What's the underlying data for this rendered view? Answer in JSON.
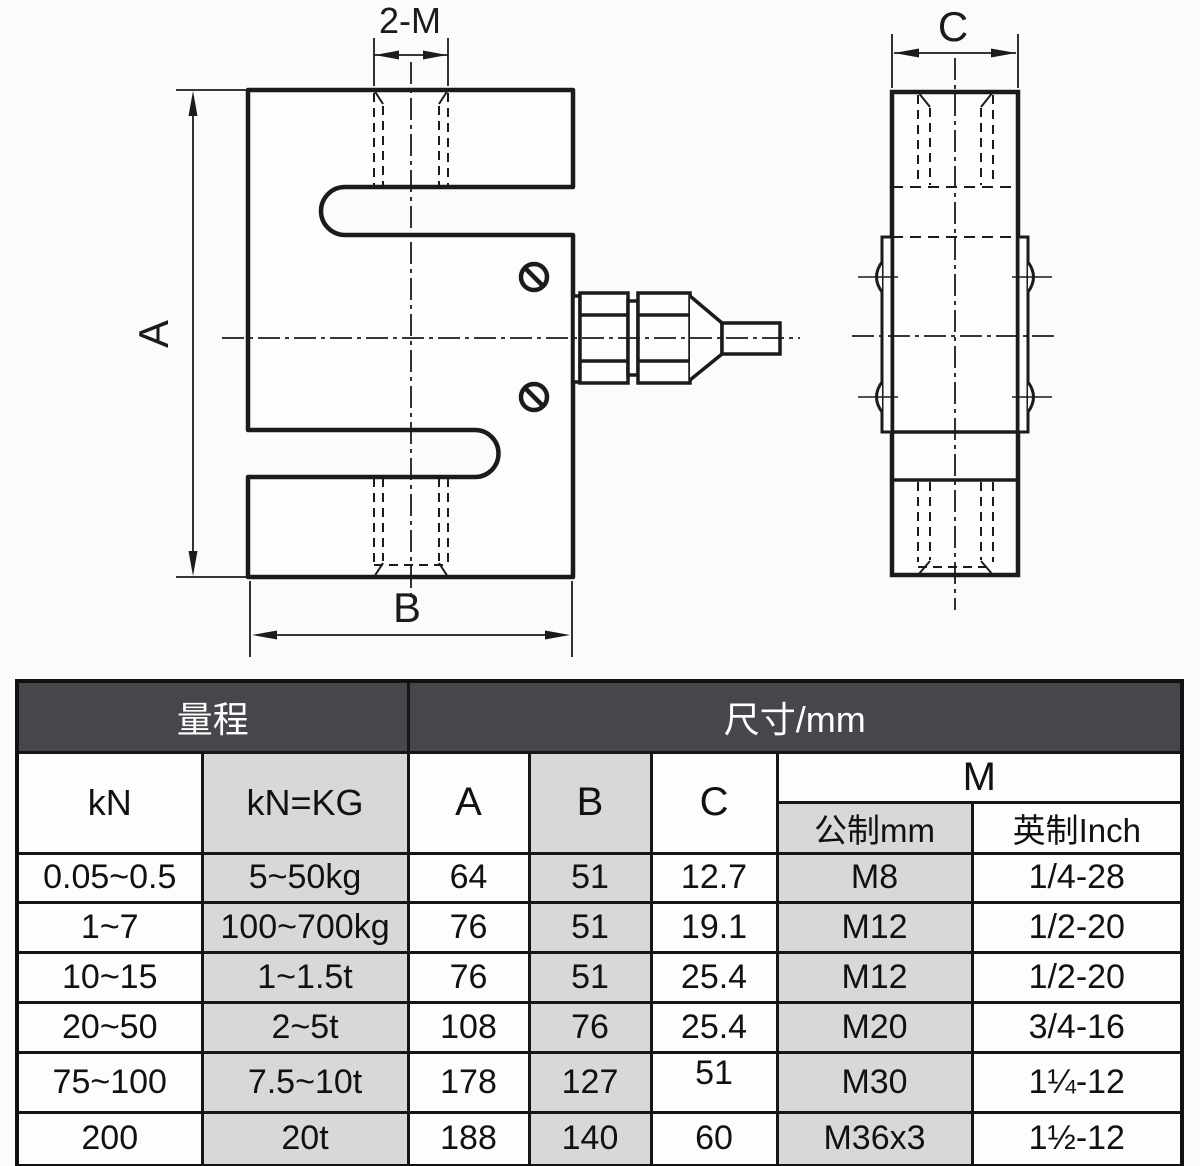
{
  "drawing": {
    "thread_label": "2-M",
    "dim_a": "A",
    "dim_b": "B",
    "dim_c": "C"
  },
  "table": {
    "range_header": "量程",
    "size_header": "尺寸/mm",
    "col_kn": "kN",
    "col_knkg": "kN=KG",
    "col_a": "A",
    "col_b": "B",
    "col_c": "C",
    "col_m": "M",
    "col_metric": "公制mm",
    "col_inch": "英制Inch",
    "rows": [
      [
        "0.05~0.5",
        "5~50kg",
        "64",
        "51",
        "12.7",
        "M8",
        "1/4-28"
      ],
      [
        "1~7",
        "100~700kg",
        "76",
        "51",
        "19.1",
        "M12",
        "1/2-20"
      ],
      [
        "10~15",
        "1~1.5t",
        "76",
        "51",
        "25.4",
        "M12",
        "1/2-20"
      ],
      [
        "20~50",
        "2~5t",
        "108",
        "76",
        "25.4",
        "M20",
        "3/4-16"
      ],
      [
        "75~100",
        "7.5~10t",
        "178",
        "127",
        "51",
        "M30",
        "1¼-12"
      ],
      [
        "200",
        "20t",
        "188",
        "140",
        "60",
        "M36x3",
        "1½-12"
      ]
    ]
  },
  "colors": {
    "header_bg": "#47474b",
    "header_text": "#ffffff",
    "shaded_column": "#d8d8d8",
    "line": "#1b1b1b",
    "background": "#fbfbfb"
  }
}
